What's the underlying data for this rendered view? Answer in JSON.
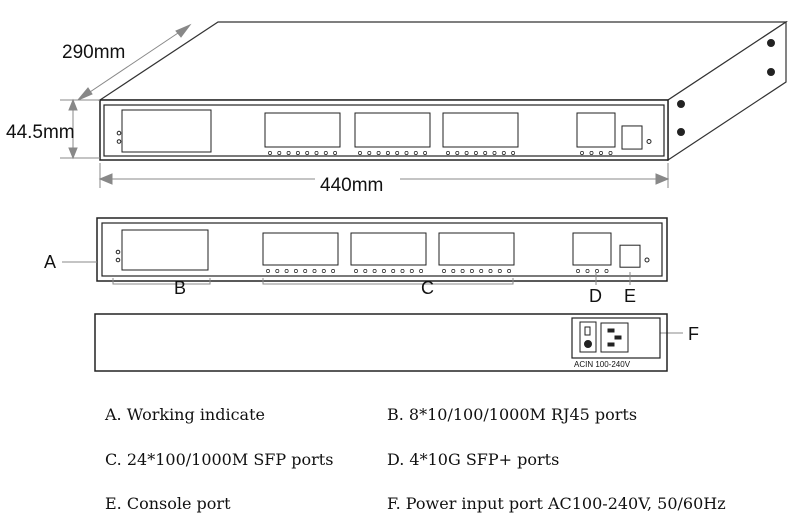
{
  "dimensions": {
    "depth": "290mm",
    "height": "44.5mm",
    "width": "440mm"
  },
  "callouts": {
    "a": "A",
    "b": "B",
    "c": "C",
    "d": "D",
    "e": "E",
    "f": "F"
  },
  "power_label": "ACIN 100-240V",
  "legend": [
    "A. Working indicate",
    "B. 8*10/100/1000M RJ45 ports",
    "C. 24*100/1000M SFP ports",
    "D. 4*10G SFP+ ports",
    "E. Console port",
    "F. Power input port AC100-240V, 50/60Hz"
  ]
}
